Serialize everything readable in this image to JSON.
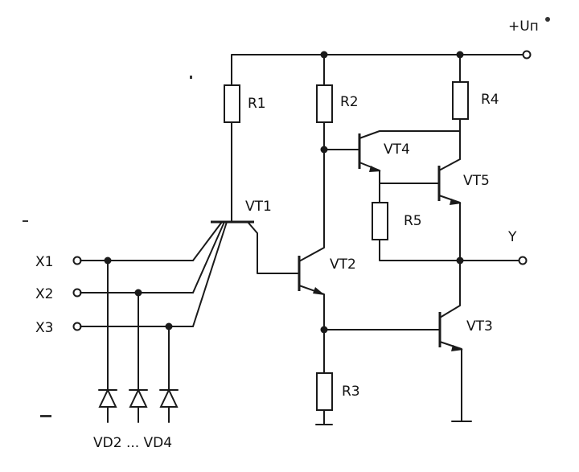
{
  "diagram": {
    "supply_label": "+Uп",
    "output_label": "Y",
    "inputs": [
      "X1",
      "X2",
      "X3"
    ],
    "resistors": [
      "R1",
      "R2",
      "R3",
      "R4",
      "R5"
    ],
    "transistors": [
      "VT1",
      "VT2",
      "VT3",
      "VT4",
      "VT5"
    ],
    "diodes_label": "VD2 ... VD4"
  }
}
